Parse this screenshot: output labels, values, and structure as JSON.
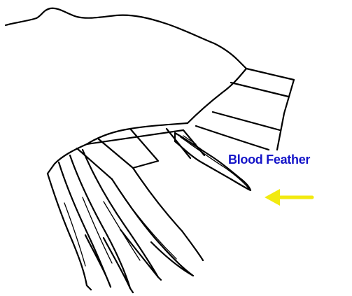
{
  "annotation": {
    "label": "Blood Feather",
    "label_color": "#1414c8",
    "arrow_color": "#f2ea10",
    "arrow_direction": "left"
  },
  "illustration": {
    "subject": "bird-wing-line-drawing",
    "line_color": "#000000",
    "background": "#ffffff"
  }
}
